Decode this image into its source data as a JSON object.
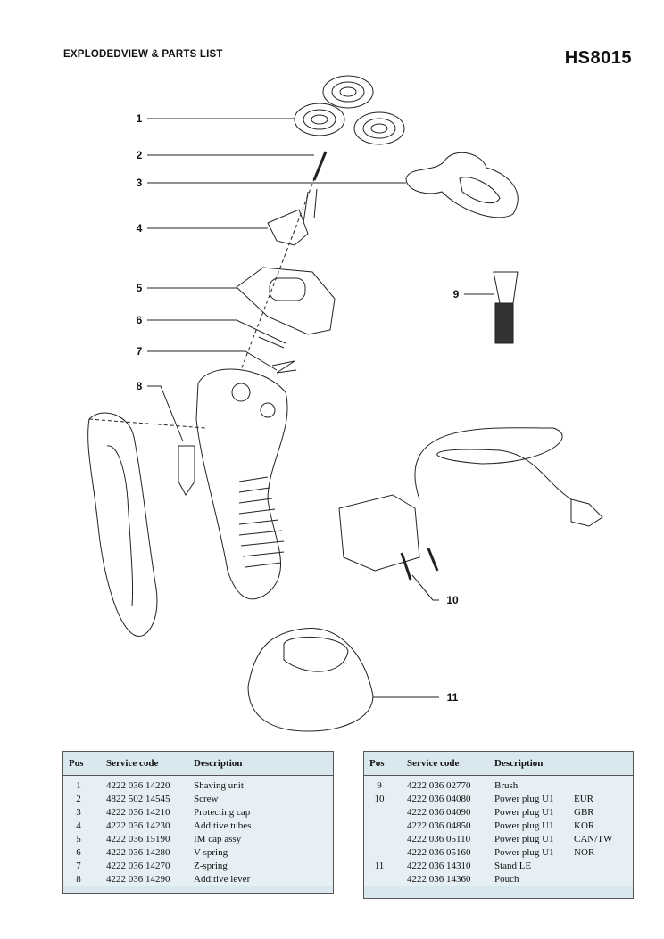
{
  "header": {
    "title": "EXPLODEDVIEW & PARTS LIST",
    "model": "HS8015"
  },
  "callouts": [
    "1",
    "2",
    "3",
    "4",
    "5",
    "6",
    "7",
    "8",
    "9",
    "10",
    "11"
  ],
  "tables": {
    "columns": [
      "Pos",
      "Service code",
      "Description"
    ],
    "left": [
      {
        "pos": "1",
        "code": "4222 036 14220",
        "desc": "Shaving unit",
        "extra": ""
      },
      {
        "pos": "2",
        "code": "4822 502 14545",
        "desc": "Screw",
        "extra": ""
      },
      {
        "pos": "3",
        "code": "4222 036 14210",
        "desc": "Protecting cap",
        "extra": ""
      },
      {
        "pos": "4",
        "code": "4222 036 14230",
        "desc": "Additive tubes",
        "extra": ""
      },
      {
        "pos": "5",
        "code": "4222 036 15190",
        "desc": "IM cap assy",
        "extra": ""
      },
      {
        "pos": "6",
        "code": "4222 036 14280",
        "desc": "V-spring",
        "extra": ""
      },
      {
        "pos": "7",
        "code": "4222 036 14270",
        "desc": "Z-spring",
        "extra": ""
      },
      {
        "pos": "8",
        "code": "4222 036 14290",
        "desc": "Additive lever",
        "extra": ""
      }
    ],
    "right": [
      {
        "pos": "9",
        "code": "4222 036 02770",
        "desc": "Brush",
        "extra": ""
      },
      {
        "pos": "10",
        "code": "4222 036 04080",
        "desc": "Power plug U1",
        "extra": "EUR"
      },
      {
        "pos": "",
        "code": "4222 036 04090",
        "desc": "Power plug U1",
        "extra": "GBR"
      },
      {
        "pos": "",
        "code": "4222 036 04850",
        "desc": "Power plug U1",
        "extra": "KOR"
      },
      {
        "pos": "",
        "code": "4222 036 05110",
        "desc": "Power plug U1",
        "extra": "CAN/TW"
      },
      {
        "pos": "",
        "code": "4222 036 05160",
        "desc": "Power plug U1",
        "extra": "NOR"
      },
      {
        "pos": "11",
        "code": "4222 036 14310",
        "desc": "Stand LE",
        "extra": ""
      },
      {
        "pos": "",
        "code": "4222 036 14360",
        "desc": "Pouch",
        "extra": ""
      }
    ]
  }
}
